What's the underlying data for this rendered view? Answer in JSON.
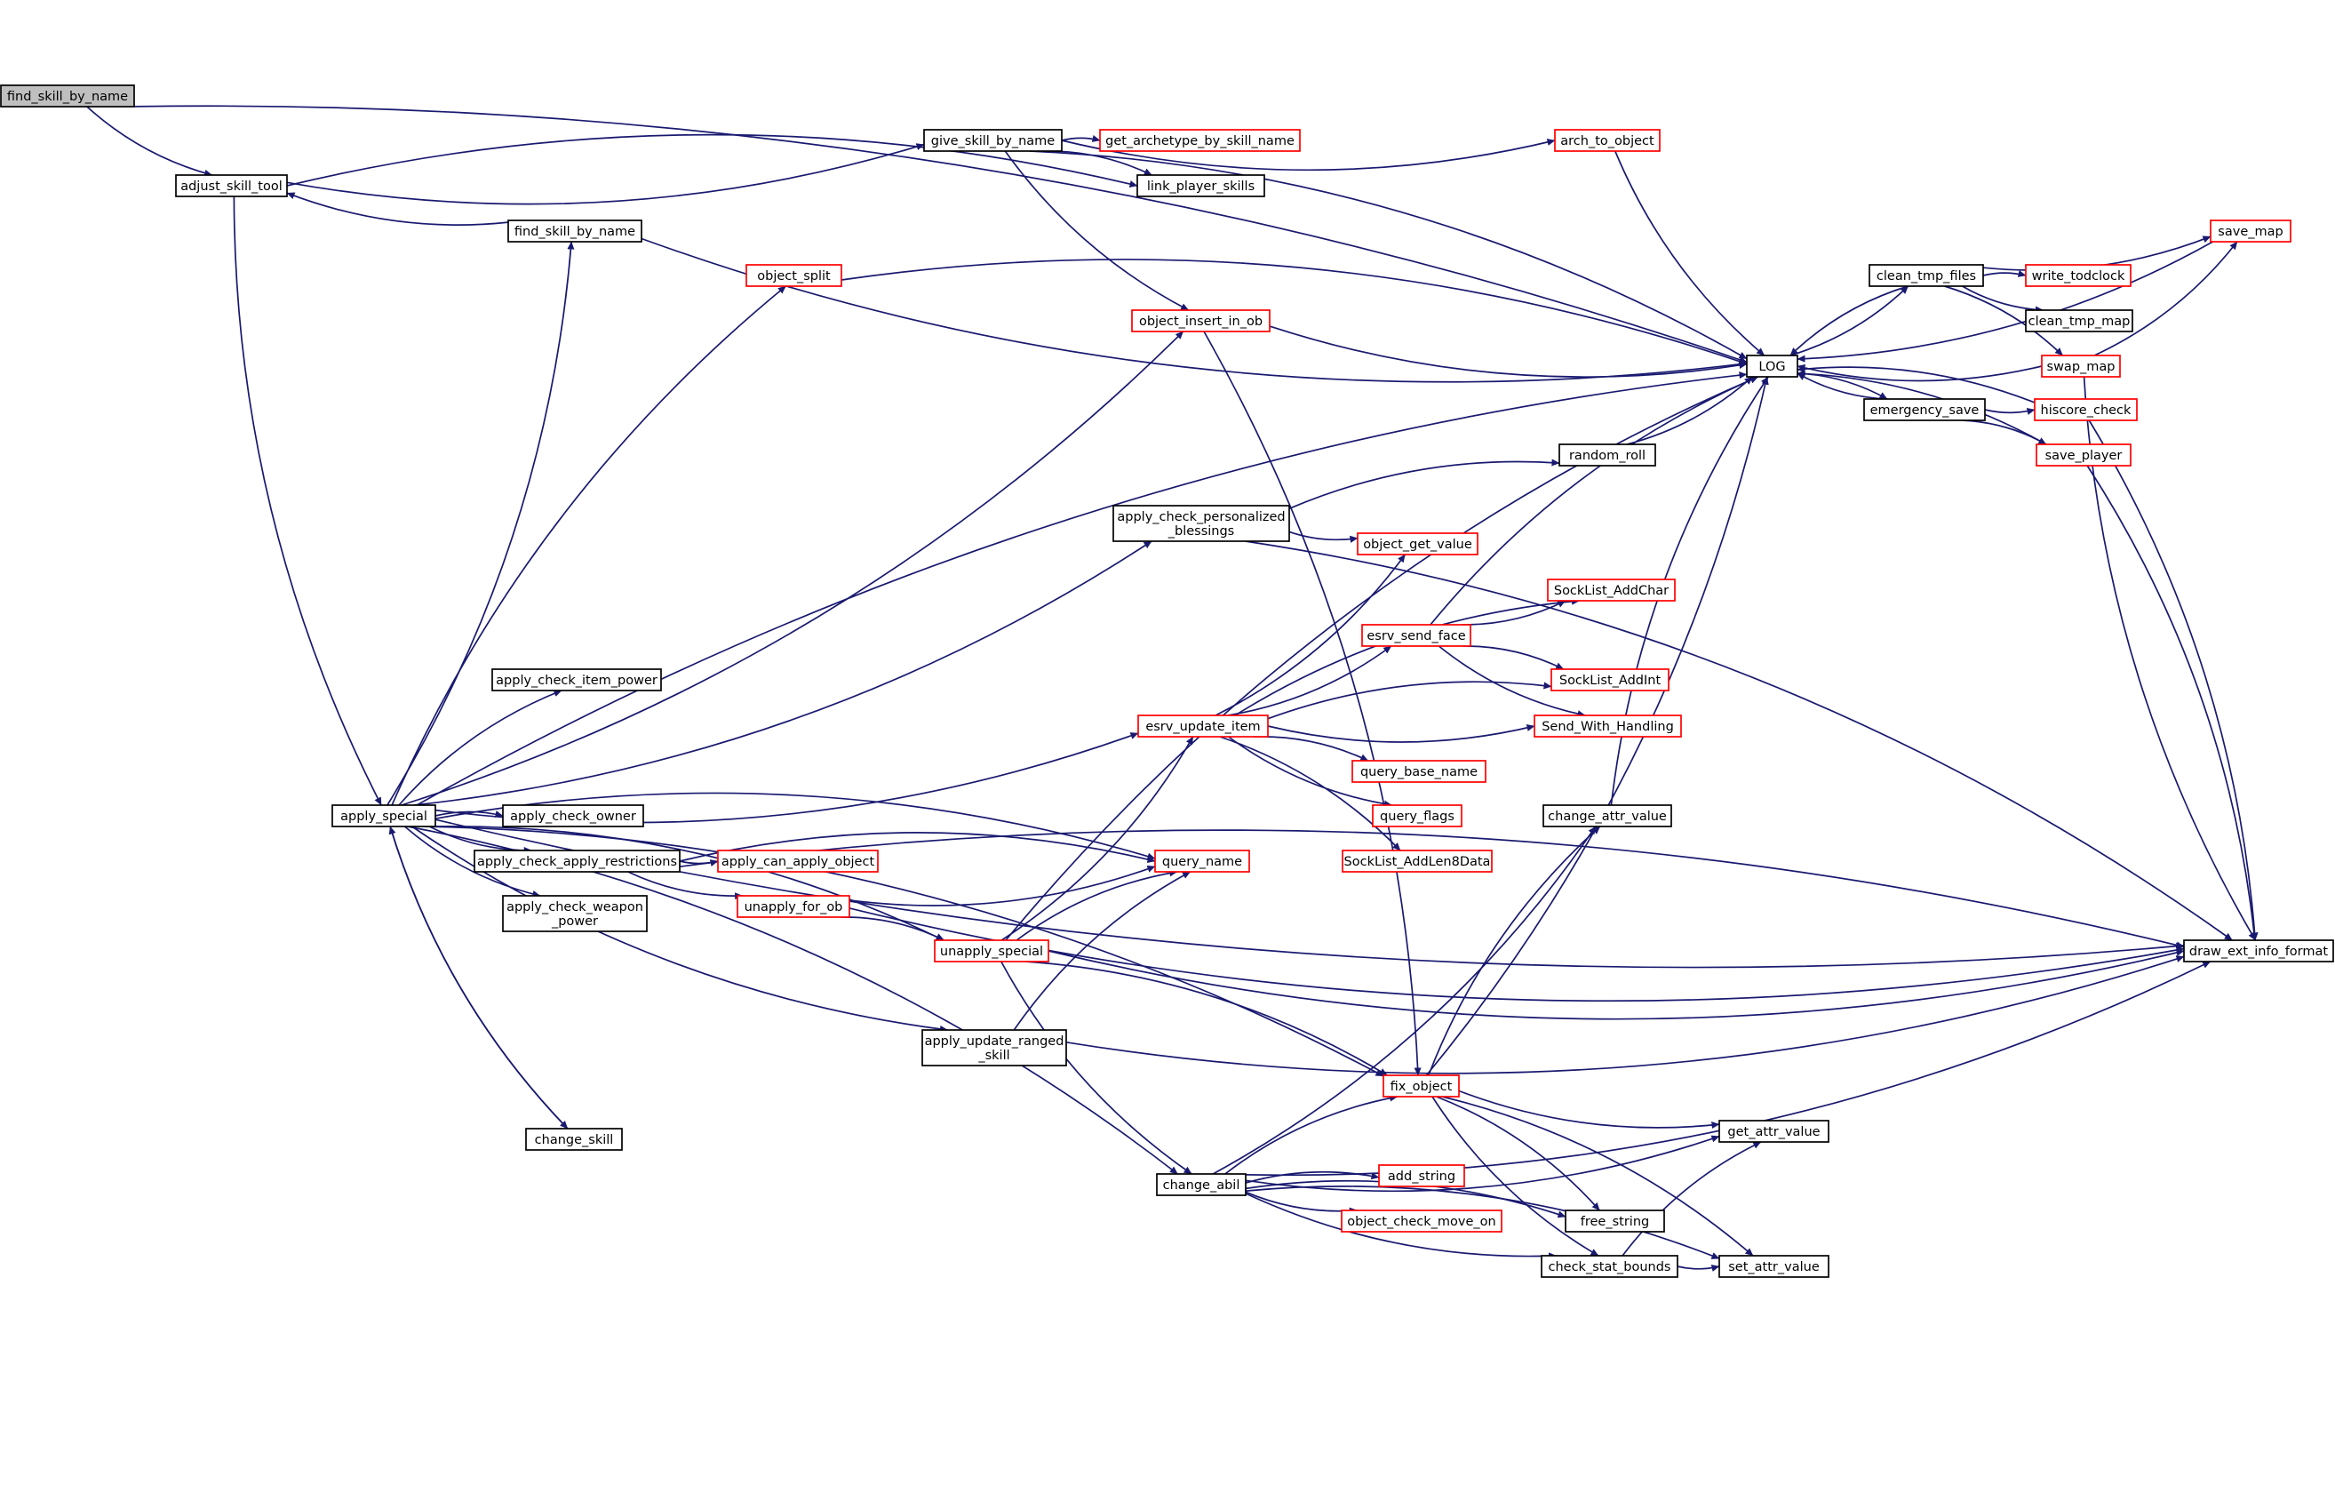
{
  "colors": {
    "edge": "#191970",
    "root_fill": "#bfbfbf",
    "box_fill": "#ffffff",
    "box_border": "#000000",
    "truncated_border": "#ff0000"
  },
  "nodes": [
    {
      "id": "find_skill_by_name_root",
      "label": [
        "find_skill_by_name"
      ],
      "kind": "root"
    },
    {
      "id": "adjust_skill_tool",
      "label": [
        "adjust_skill_tool"
      ],
      "kind": "normal"
    },
    {
      "id": "give_skill_by_name",
      "label": [
        "give_skill_by_name"
      ],
      "kind": "normal"
    },
    {
      "id": "get_archetype_by_skill_name",
      "label": [
        "get_archetype_by_skill_name"
      ],
      "kind": "truncated"
    },
    {
      "id": "arch_to_object",
      "label": [
        "arch_to_object"
      ],
      "kind": "truncated"
    },
    {
      "id": "link_player_skills",
      "label": [
        "link_player_skills"
      ],
      "kind": "normal"
    },
    {
      "id": "find_skill_by_name",
      "label": [
        "find_skill_by_name"
      ],
      "kind": "normal"
    },
    {
      "id": "object_split",
      "label": [
        "object_split"
      ],
      "kind": "truncated"
    },
    {
      "id": "object_insert_in_ob",
      "label": [
        "object_insert_in_ob"
      ],
      "kind": "truncated"
    },
    {
      "id": "LOG",
      "label": [
        "LOG"
      ],
      "kind": "normal"
    },
    {
      "id": "clean_tmp_files",
      "label": [
        "clean_tmp_files"
      ],
      "kind": "normal"
    },
    {
      "id": "save_map",
      "label": [
        "save_map"
      ],
      "kind": "truncated"
    },
    {
      "id": "write_todclock",
      "label": [
        "write_todclock"
      ],
      "kind": "truncated"
    },
    {
      "id": "clean_tmp_map",
      "label": [
        "clean_tmp_map"
      ],
      "kind": "normal"
    },
    {
      "id": "swap_map",
      "label": [
        "swap_map"
      ],
      "kind": "truncated"
    },
    {
      "id": "emergency_save",
      "label": [
        "emergency_save"
      ],
      "kind": "normal"
    },
    {
      "id": "hiscore_check",
      "label": [
        "hiscore_check"
      ],
      "kind": "truncated"
    },
    {
      "id": "save_player",
      "label": [
        "save_player"
      ],
      "kind": "truncated"
    },
    {
      "id": "random_roll",
      "label": [
        "random_roll"
      ],
      "kind": "normal"
    },
    {
      "id": "apply_check_personalized_blessings",
      "label": [
        "apply_check_personalized",
        "_blessings"
      ],
      "kind": "normal"
    },
    {
      "id": "object_get_value",
      "label": [
        "object_get_value"
      ],
      "kind": "truncated"
    },
    {
      "id": "SockList_AddChar",
      "label": [
        "SockList_AddChar"
      ],
      "kind": "truncated"
    },
    {
      "id": "esrv_send_face",
      "label": [
        "esrv_send_face"
      ],
      "kind": "truncated"
    },
    {
      "id": "SockList_AddInt",
      "label": [
        "SockList_AddInt"
      ],
      "kind": "truncated"
    },
    {
      "id": "apply_check_item_power",
      "label": [
        "apply_check_item_power"
      ],
      "kind": "normal"
    },
    {
      "id": "esrv_update_item",
      "label": [
        "esrv_update_item"
      ],
      "kind": "truncated"
    },
    {
      "id": "Send_With_Handling",
      "label": [
        "Send_With_Handling"
      ],
      "kind": "truncated"
    },
    {
      "id": "query_base_name",
      "label": [
        "query_base_name"
      ],
      "kind": "truncated"
    },
    {
      "id": "apply_special",
      "label": [
        "apply_special"
      ],
      "kind": "normal"
    },
    {
      "id": "apply_check_owner",
      "label": [
        "apply_check_owner"
      ],
      "kind": "normal"
    },
    {
      "id": "query_flags",
      "label": [
        "query_flags"
      ],
      "kind": "truncated"
    },
    {
      "id": "change_attr_value",
      "label": [
        "change_attr_value"
      ],
      "kind": "normal"
    },
    {
      "id": "apply_check_apply_restrictions",
      "label": [
        "apply_check_apply_restrictions"
      ],
      "kind": "normal"
    },
    {
      "id": "apply_can_apply_object",
      "label": [
        "apply_can_apply_object"
      ],
      "kind": "truncated"
    },
    {
      "id": "query_name",
      "label": [
        "query_name"
      ],
      "kind": "truncated"
    },
    {
      "id": "SockList_AddLen8Data",
      "label": [
        "SockList_AddLen8Data"
      ],
      "kind": "truncated"
    },
    {
      "id": "unapply_for_ob",
      "label": [
        "unapply_for_ob"
      ],
      "kind": "truncated"
    },
    {
      "id": "apply_check_weapon_power",
      "label": [
        "apply_check_weapon",
        "_power"
      ],
      "kind": "normal"
    },
    {
      "id": "unapply_special",
      "label": [
        "unapply_special"
      ],
      "kind": "truncated"
    },
    {
      "id": "draw_ext_info_format",
      "label": [
        "draw_ext_info_format"
      ],
      "kind": "normal"
    },
    {
      "id": "apply_update_ranged_skill",
      "label": [
        "apply_update_ranged",
        "_skill"
      ],
      "kind": "normal"
    },
    {
      "id": "fix_object",
      "label": [
        "fix_object"
      ],
      "kind": "truncated"
    },
    {
      "id": "get_attr_value",
      "label": [
        "get_attr_value"
      ],
      "kind": "normal"
    },
    {
      "id": "change_skill",
      "label": [
        "change_skill"
      ],
      "kind": "normal"
    },
    {
      "id": "change_abil",
      "label": [
        "change_abil"
      ],
      "kind": "normal"
    },
    {
      "id": "add_string",
      "label": [
        "add_string"
      ],
      "kind": "truncated"
    },
    {
      "id": "object_check_move_on",
      "label": [
        "object_check_move_on"
      ],
      "kind": "truncated"
    },
    {
      "id": "free_string",
      "label": [
        "free_string"
      ],
      "kind": "normal"
    },
    {
      "id": "check_stat_bounds",
      "label": [
        "check_stat_bounds"
      ],
      "kind": "normal"
    },
    {
      "id": "set_attr_value",
      "label": [
        "set_attr_value"
      ],
      "kind": "normal"
    }
  ],
  "edges": [
    [
      "find_skill_by_name_root",
      "adjust_skill_tool"
    ],
    [
      "find_skill_by_name_root",
      "LOG"
    ],
    [
      "adjust_skill_tool",
      "give_skill_by_name"
    ],
    [
      "adjust_skill_tool",
      "link_player_skills"
    ],
    [
      "adjust_skill_tool",
      "apply_special"
    ],
    [
      "give_skill_by_name",
      "get_archetype_by_skill_name"
    ],
    [
      "give_skill_by_name",
      "arch_to_object"
    ],
    [
      "give_skill_by_name",
      "link_player_skills"
    ],
    [
      "give_skill_by_name",
      "object_insert_in_ob"
    ],
    [
      "give_skill_by_name",
      "LOG"
    ],
    [
      "arch_to_object",
      "LOG"
    ],
    [
      "find_skill_by_name",
      "adjust_skill_tool"
    ],
    [
      "find_skill_by_name",
      "LOG"
    ],
    [
      "object_split",
      "LOG"
    ],
    [
      "object_insert_in_ob",
      "LOG"
    ],
    [
      "object_insert_in_ob",
      "fix_object"
    ],
    [
      "LOG",
      "clean_tmp_files"
    ],
    [
      "LOG",
      "emergency_save"
    ],
    [
      "clean_tmp_files",
      "save_map"
    ],
    [
      "clean_tmp_files",
      "write_todclock"
    ],
    [
      "clean_tmp_files",
      "clean_tmp_map"
    ],
    [
      "clean_tmp_files",
      "swap_map"
    ],
    [
      "clean_tmp_files",
      "LOG"
    ],
    [
      "save_map",
      "LOG"
    ],
    [
      "swap_map",
      "save_map"
    ],
    [
      "swap_map",
      "LOG"
    ],
    [
      "swap_map",
      "draw_ext_info_format"
    ],
    [
      "emergency_save",
      "LOG"
    ],
    [
      "emergency_save",
      "hiscore_check"
    ],
    [
      "emergency_save",
      "save_player"
    ],
    [
      "hiscore_check",
      "LOG"
    ],
    [
      "hiscore_check",
      "draw_ext_info_format"
    ],
    [
      "save_player",
      "LOG"
    ],
    [
      "save_player",
      "draw_ext_info_format"
    ],
    [
      "random_roll",
      "LOG"
    ],
    [
      "apply_check_personalized_blessings",
      "random_roll"
    ],
    [
      "apply_check_personalized_blessings",
      "object_get_value"
    ],
    [
      "apply_check_personalized_blessings",
      "draw_ext_info_format"
    ],
    [
      "esrv_send_face",
      "SockList_AddChar"
    ],
    [
      "esrv_send_face",
      "SockList_AddInt"
    ],
    [
      "esrv_send_face",
      "Send_With_Handling"
    ],
    [
      "esrv_send_face",
      "LOG"
    ],
    [
      "esrv_update_item",
      "object_get_value"
    ],
    [
      "esrv_update_item",
      "SockList_AddChar"
    ],
    [
      "esrv_update_item",
      "esrv_send_face"
    ],
    [
      "esrv_update_item",
      "SockList_AddInt"
    ],
    [
      "esrv_update_item",
      "Send_With_Handling"
    ],
    [
      "esrv_update_item",
      "query_base_name"
    ],
    [
      "esrv_update_item",
      "query_flags"
    ],
    [
      "esrv_update_item",
      "SockList_AddLen8Data"
    ],
    [
      "apply_special",
      "find_skill_by_name"
    ],
    [
      "apply_special",
      "object_split"
    ],
    [
      "apply_special",
      "object_insert_in_ob"
    ],
    [
      "apply_special",
      "LOG"
    ],
    [
      "apply_special",
      "apply_check_personalized_blessings"
    ],
    [
      "apply_special",
      "apply_check_item_power"
    ],
    [
      "apply_special",
      "esrv_update_item"
    ],
    [
      "apply_special",
      "apply_check_owner"
    ],
    [
      "apply_special",
      "apply_check_apply_restrictions"
    ],
    [
      "apply_special",
      "query_name"
    ],
    [
      "apply_special",
      "apply_check_weapon_power"
    ],
    [
      "apply_special",
      "unapply_special"
    ],
    [
      "apply_special",
      "apply_update_ranged_skill"
    ],
    [
      "apply_special",
      "fix_object"
    ],
    [
      "apply_special",
      "change_skill"
    ],
    [
      "apply_special",
      "change_abil"
    ],
    [
      "apply_special",
      "draw_ext_info_format"
    ],
    [
      "change_skill",
      "apply_special"
    ],
    [
      "apply_check_apply_restrictions",
      "apply_can_apply_object"
    ],
    [
      "apply_check_apply_restrictions",
      "query_name"
    ],
    [
      "apply_check_apply_restrictions",
      "unapply_for_ob"
    ],
    [
      "apply_check_apply_restrictions",
      "draw_ext_info_format"
    ],
    [
      "unapply_for_ob",
      "query_name"
    ],
    [
      "unapply_for_ob",
      "unapply_special"
    ],
    [
      "unapply_for_ob",
      "draw_ext_info_format"
    ],
    [
      "unapply_special",
      "LOG"
    ],
    [
      "unapply_special",
      "esrv_update_item"
    ],
    [
      "unapply_special",
      "query_name"
    ],
    [
      "unapply_special",
      "draw_ext_info_format"
    ],
    [
      "unapply_special",
      "fix_object"
    ],
    [
      "unapply_special",
      "change_abil"
    ],
    [
      "apply_update_ranged_skill",
      "query_name"
    ],
    [
      "apply_update_ranged_skill",
      "draw_ext_info_format"
    ],
    [
      "change_attr_value",
      "LOG"
    ],
    [
      "fix_object",
      "LOG"
    ],
    [
      "fix_object",
      "change_attr_value"
    ],
    [
      "fix_object",
      "get_attr_value"
    ],
    [
      "fix_object",
      "free_string"
    ],
    [
      "fix_object",
      "check_stat_bounds"
    ],
    [
      "fix_object",
      "set_attr_value"
    ],
    [
      "change_abil",
      "change_attr_value"
    ],
    [
      "change_abil",
      "fix_object"
    ],
    [
      "change_abil",
      "get_attr_value"
    ],
    [
      "change_abil",
      "add_string"
    ],
    [
      "change_abil",
      "object_check_move_on"
    ],
    [
      "change_abil",
      "free_string"
    ],
    [
      "change_abil",
      "check_stat_bounds"
    ],
    [
      "change_abil",
      "set_attr_value"
    ],
    [
      "change_abil",
      "draw_ext_info_format"
    ],
    [
      "check_stat_bounds",
      "get_attr_value"
    ],
    [
      "check_stat_bounds",
      "set_attr_value"
    ]
  ]
}
